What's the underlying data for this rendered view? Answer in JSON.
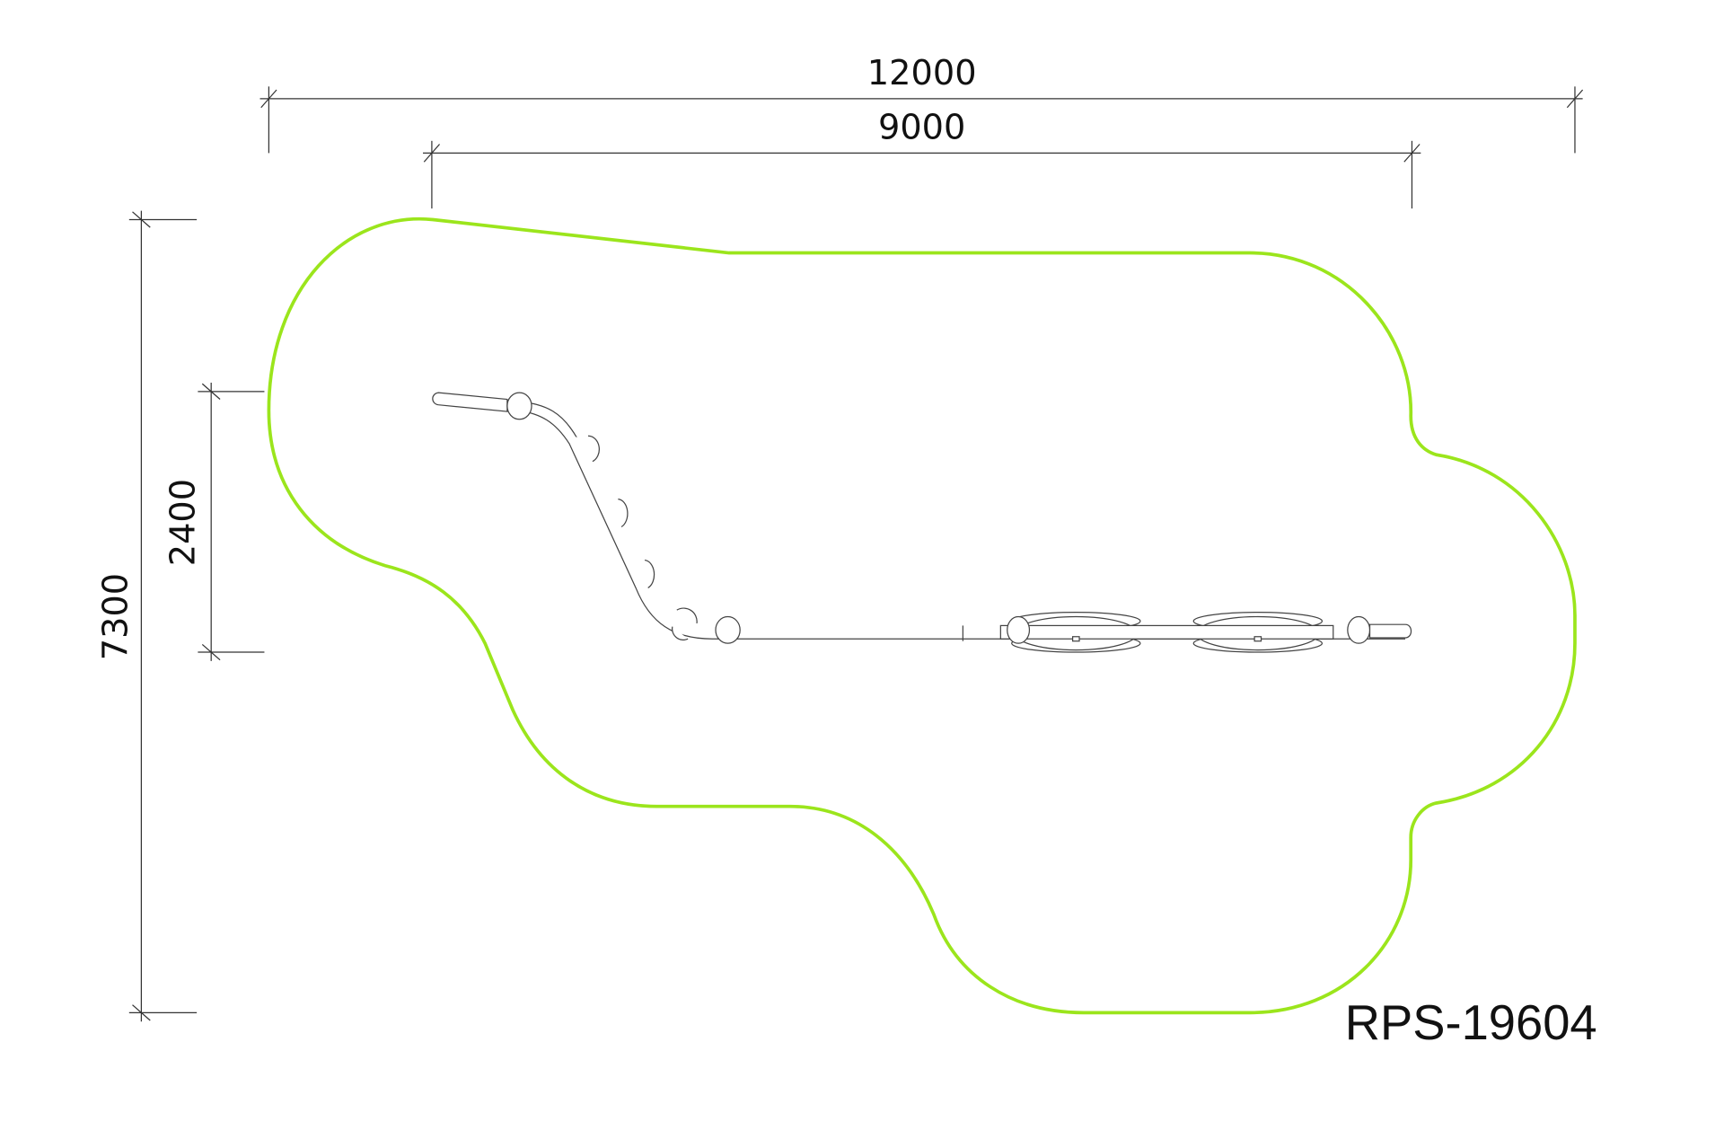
{
  "drawing": {
    "code": "RPS-19604",
    "dimensions": {
      "overall_width": "12000",
      "equipment_width": "9000",
      "overall_depth": "7300",
      "equipment_depth": "2400"
    },
    "colors": {
      "safety_zone": "#9be51c",
      "line": "#333333"
    }
  }
}
